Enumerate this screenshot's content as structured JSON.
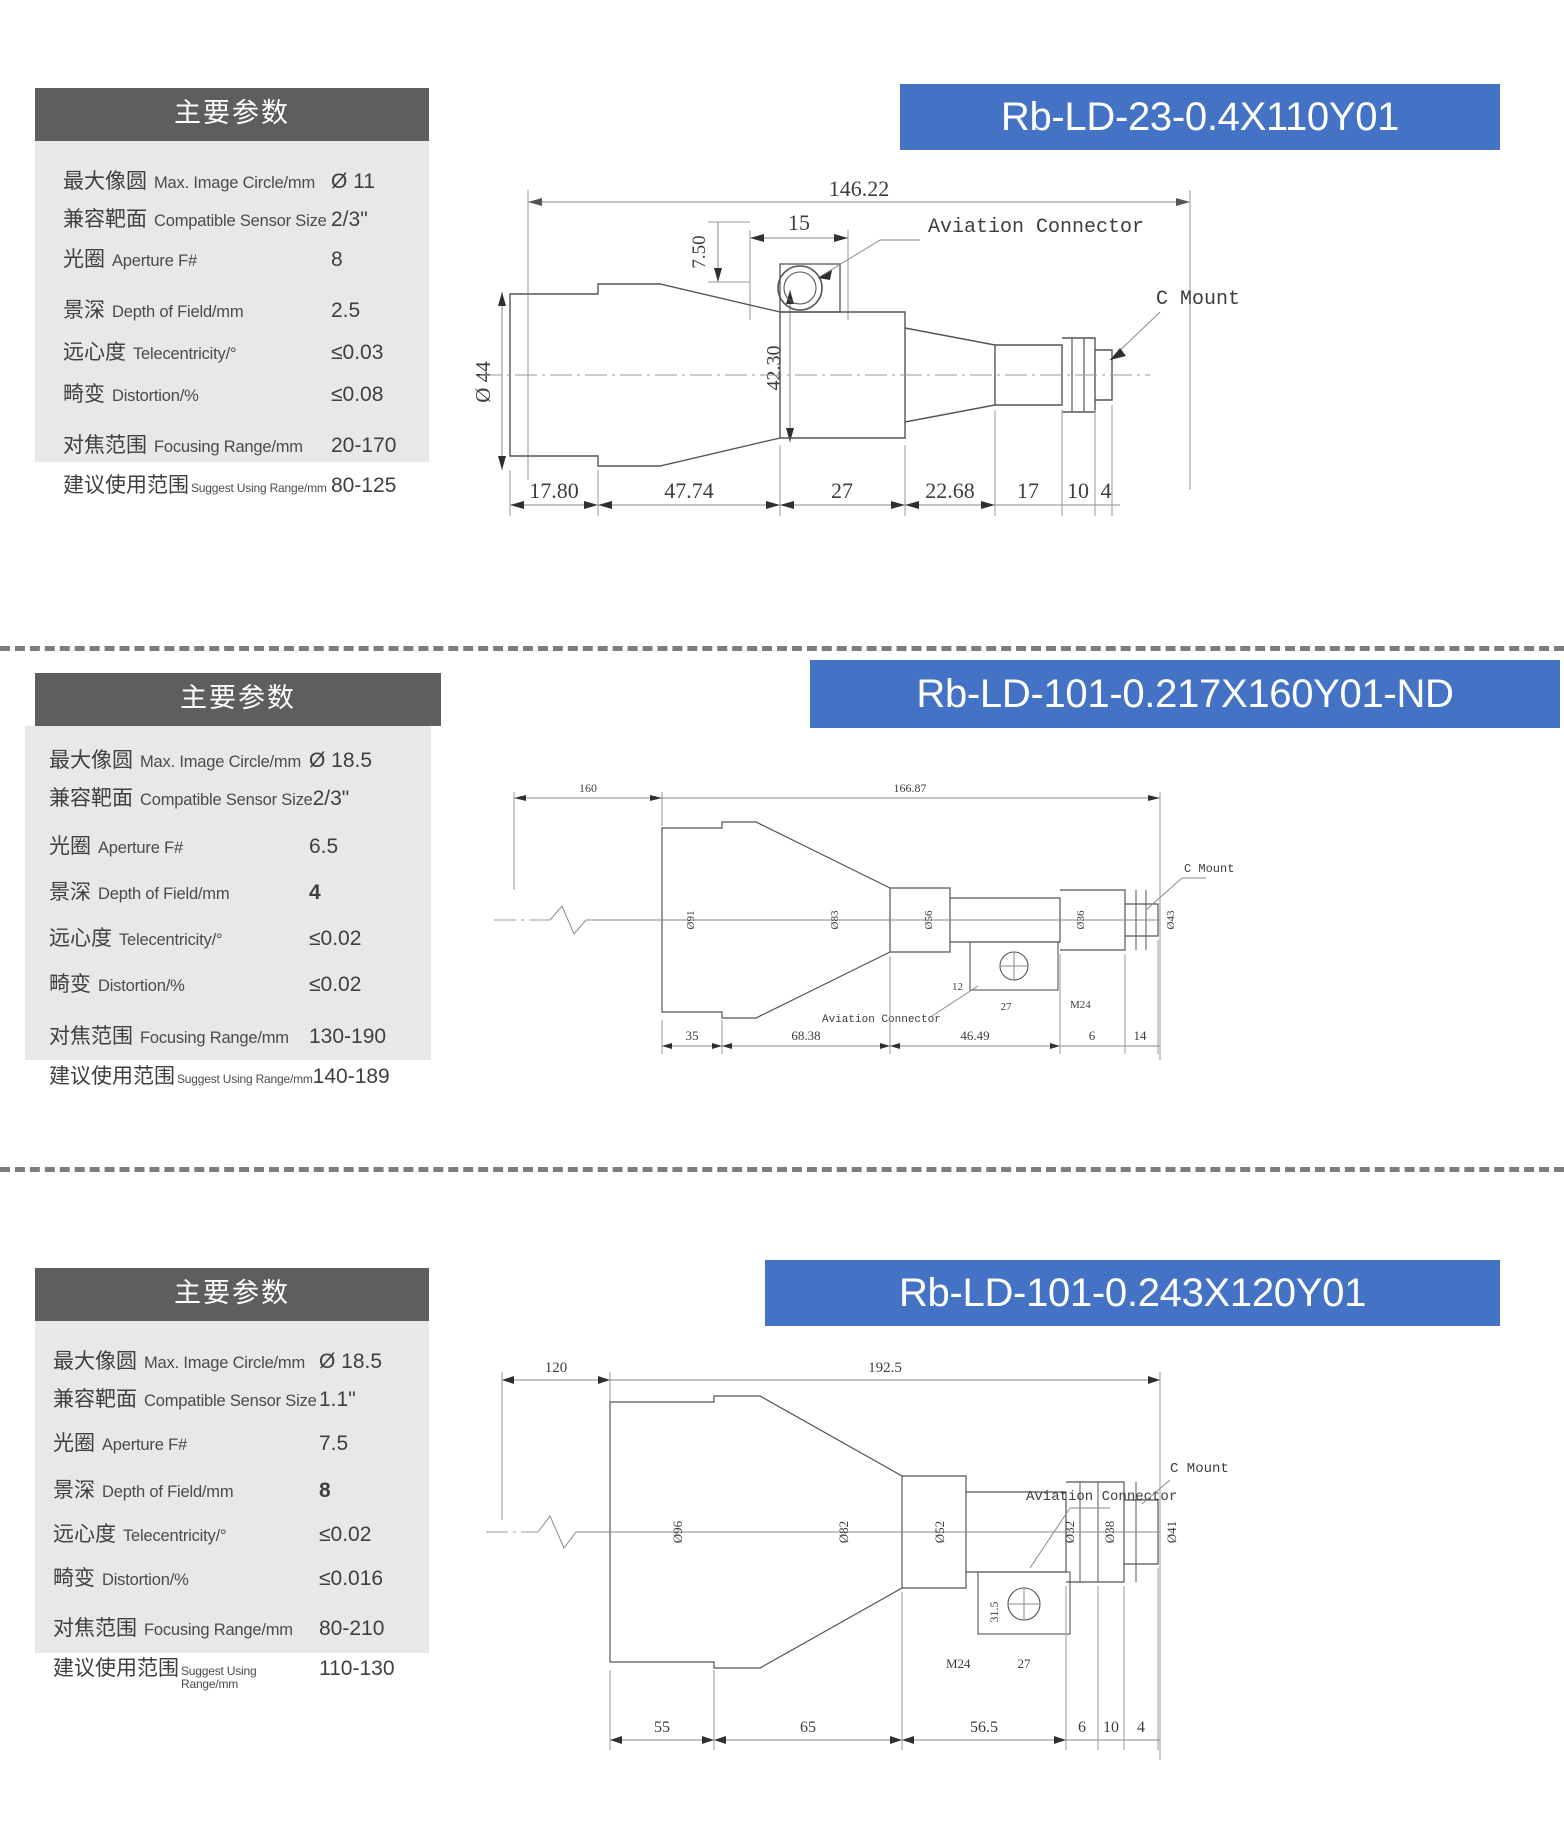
{
  "page": {
    "spec_header_title": "主要参数",
    "accent_blue": "#4472c4",
    "header_gray": "#5e5e5e",
    "panel_gray": "#e6e8ea"
  },
  "products": [
    {
      "id": "product-1",
      "title": "Rb-LD-23-0.4X110Y01",
      "spec_title": "主要参数",
      "rows": [
        {
          "cn": "最大像圆",
          "en": "Max. Image Circle/mm",
          "en_size": "normal",
          "value": "Ø 11",
          "bold": false
        },
        {
          "cn": "兼容靶面",
          "en": "Compatible Sensor Size",
          "en_size": "normal",
          "value": "2/3\"",
          "bold": false
        },
        {
          "cn": "光圈",
          "en": "Aperture F#",
          "en_size": "normal",
          "value": "8",
          "bold": false
        },
        {
          "cn": "景深",
          "en": "Depth of Field/mm",
          "en_size": "normal",
          "value": "2.5",
          "bold": false
        },
        {
          "cn": "远心度",
          "en": "Telecentricity/°",
          "en_size": "normal",
          "value": "≤0.03",
          "bold": false
        },
        {
          "cn": "畸变",
          "en": "Distortion/%",
          "en_size": "normal",
          "value": "≤0.08",
          "bold": false
        },
        {
          "cn": "对焦范围",
          "en": "Focusing Range/mm",
          "en_size": "normal",
          "value": "20-170",
          "bold": false
        },
        {
          "cn": "建议使用范围",
          "en": "Suggest Using Range/mm",
          "en_size": "tiny",
          "value": "80-125",
          "bold": false
        }
      ],
      "drawing": {
        "labels": {
          "total_length": "146.22",
          "connector_width": "15",
          "connector_offset": "7.50",
          "body_height": "42.30",
          "front_diameter": "Ø 44",
          "aviation_connector": "Aviation Connector",
          "c_mount": "C Mount",
          "seg1": "17.80",
          "seg2": "47.74",
          "seg3": "27",
          "seg4": "22.68",
          "seg5": "17",
          "seg6": "10",
          "seg7": "4"
        }
      }
    },
    {
      "id": "product-2",
      "title": "Rb-LD-101-0.217X160Y01-ND",
      "spec_title": "主要参数",
      "rows": [
        {
          "cn": "最大像圆",
          "en": "Max. Image Circle/mm",
          "en_size": "normal",
          "value": "Ø 18.5",
          "bold": false
        },
        {
          "cn": "兼容靶面",
          "en": "Compatible Sensor Size",
          "en_size": "normal",
          "value": "2/3\"",
          "bold": false
        },
        {
          "cn": "光圈",
          "en": "Aperture F#",
          "en_size": "normal",
          "value": "6.5",
          "bold": false
        },
        {
          "cn": "景深",
          "en": "Depth of Field/mm",
          "en_size": "normal",
          "value": "4",
          "bold": true
        },
        {
          "cn": "远心度",
          "en": "Telecentricity/°",
          "en_size": "normal",
          "value": "≤0.02",
          "bold": false
        },
        {
          "cn": "畸变",
          "en": "Distortion/%",
          "en_size": "normal",
          "value": "≤0.02",
          "bold": false
        },
        {
          "cn": "对焦范围",
          "en": "Focusing Range/mm",
          "en_size": "normal",
          "value": "130-190",
          "bold": false
        },
        {
          "cn": "建议使用范围",
          "en": "Suggest Using Range/mm",
          "en_size": "tiny",
          "value": "140-189",
          "bold": false
        }
      ],
      "drawing": {
        "labels": {
          "working_distance": "160",
          "total_length": "166.87",
          "aviation_connector": "Aviation Connector",
          "c_mount": "C Mount",
          "seg1": "35",
          "seg2": "68.38",
          "seg3": "46.49",
          "seg4": "6",
          "seg5": "14",
          "m24": "M24",
          "conn_len": "27",
          "conn_h": "12",
          "d1": "Ø91",
          "d2": "Ø83",
          "d3": "Ø56",
          "d4": "Ø36",
          "d5": "Ø43"
        }
      }
    },
    {
      "id": "product-3",
      "title": "Rb-LD-101-0.243X120Y01",
      "spec_title": "主要参数",
      "rows": [
        {
          "cn": "最大像圆",
          "en": "Max. Image Circle/mm",
          "en_size": "normal",
          "value": "Ø 18.5",
          "bold": false
        },
        {
          "cn": "兼容靶面",
          "en": "Compatible Sensor Size",
          "en_size": "normal",
          "value": "1.1\"",
          "bold": false
        },
        {
          "cn": "光圈",
          "en": "Aperture F#",
          "en_size": "normal",
          "value": "7.5",
          "bold": false
        },
        {
          "cn": "景深",
          "en": "Depth of Field/mm",
          "en_size": "normal",
          "value": "8",
          "bold": true
        },
        {
          "cn": "远心度",
          "en": "Telecentricity/°",
          "en_size": "normal",
          "value": "≤0.02",
          "bold": false
        },
        {
          "cn": "畸变",
          "en": "Distortion/%",
          "en_size": "normal",
          "value": "≤0.016",
          "bold": false
        },
        {
          "cn": "对焦范围",
          "en": "Focusing Range/mm",
          "en_size": "normal",
          "value": "80-210",
          "bold": false
        },
        {
          "cn": "建议使用范围",
          "en": "Suggest Using Range/mm",
          "en_size": "tiny",
          "value": "110-130",
          "bold": false
        }
      ],
      "drawing": {
        "labels": {
          "working_distance": "120",
          "total_length": "192.5",
          "aviation_connector": "Aviation Connector",
          "c_mount": "C Mount",
          "seg1": "55",
          "seg2": "65",
          "seg3": "56.5",
          "seg4": "6",
          "seg5": "10",
          "seg6": "4",
          "m24": "M24",
          "conn_len": "27",
          "conn_h": "31.5",
          "d1": "Ø96",
          "d2": "Ø82",
          "d3": "Ø52",
          "d4": "Ø32",
          "d5": "Ø38",
          "d6": "Ø41"
        }
      }
    }
  ]
}
